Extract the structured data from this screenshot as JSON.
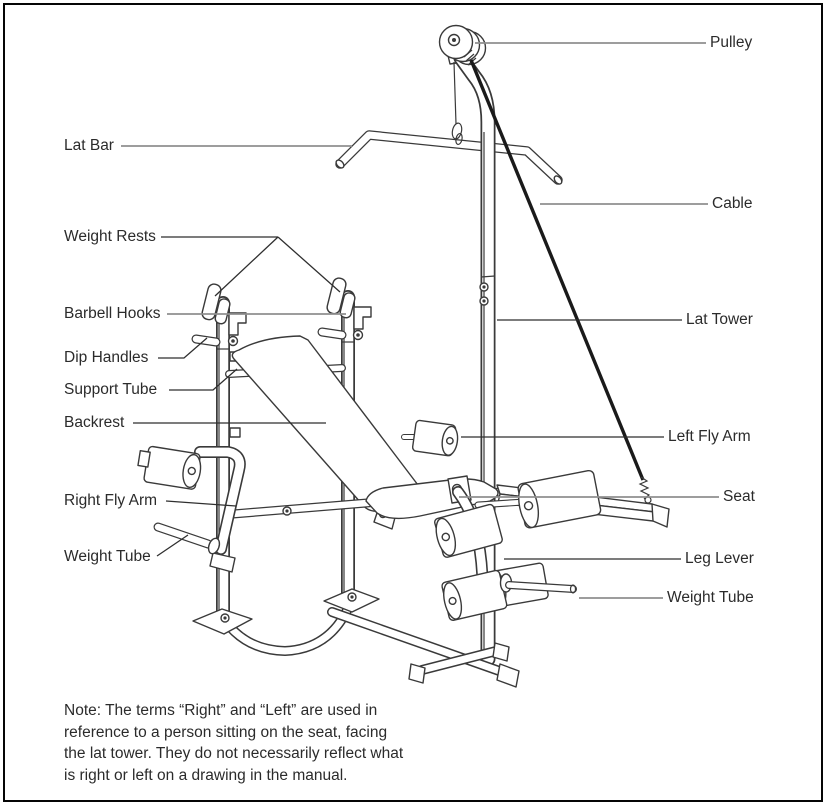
{
  "figure": {
    "labels": {
      "pulley": "Pulley",
      "lat_bar": "Lat Bar",
      "cable": "Cable",
      "weight_rests": "Weight Rests",
      "barbell_hooks": "Barbell Hooks",
      "lat_tower": "Lat Tower",
      "dip_handles": "Dip Handles",
      "support_tube": "Support Tube",
      "backrest": "Backrest",
      "left_fly_arm": "Left Fly Arm",
      "right_fly_arm": "Right Fly Arm",
      "seat": "Seat",
      "weight_tube_left": "Weight Tube",
      "leg_lever": "Leg Lever",
      "weight_tube_right": "Weight Tube"
    },
    "note_lines": [
      "Note: The terms “Right” and “Left” are used in",
      "reference to a person sitting on the seat, facing",
      "the lat tower. They do not necessarily reflect what",
      "is right or left on a drawing in the manual."
    ],
    "colors": {
      "background": "#ffffff",
      "border": "#050505",
      "line_art": "#3a3a3a",
      "cable": "#1a1a1a",
      "leader_gray": "#8f8f8f",
      "leader_dark": "#2f2f2f",
      "text": "#2b2b2b"
    }
  }
}
